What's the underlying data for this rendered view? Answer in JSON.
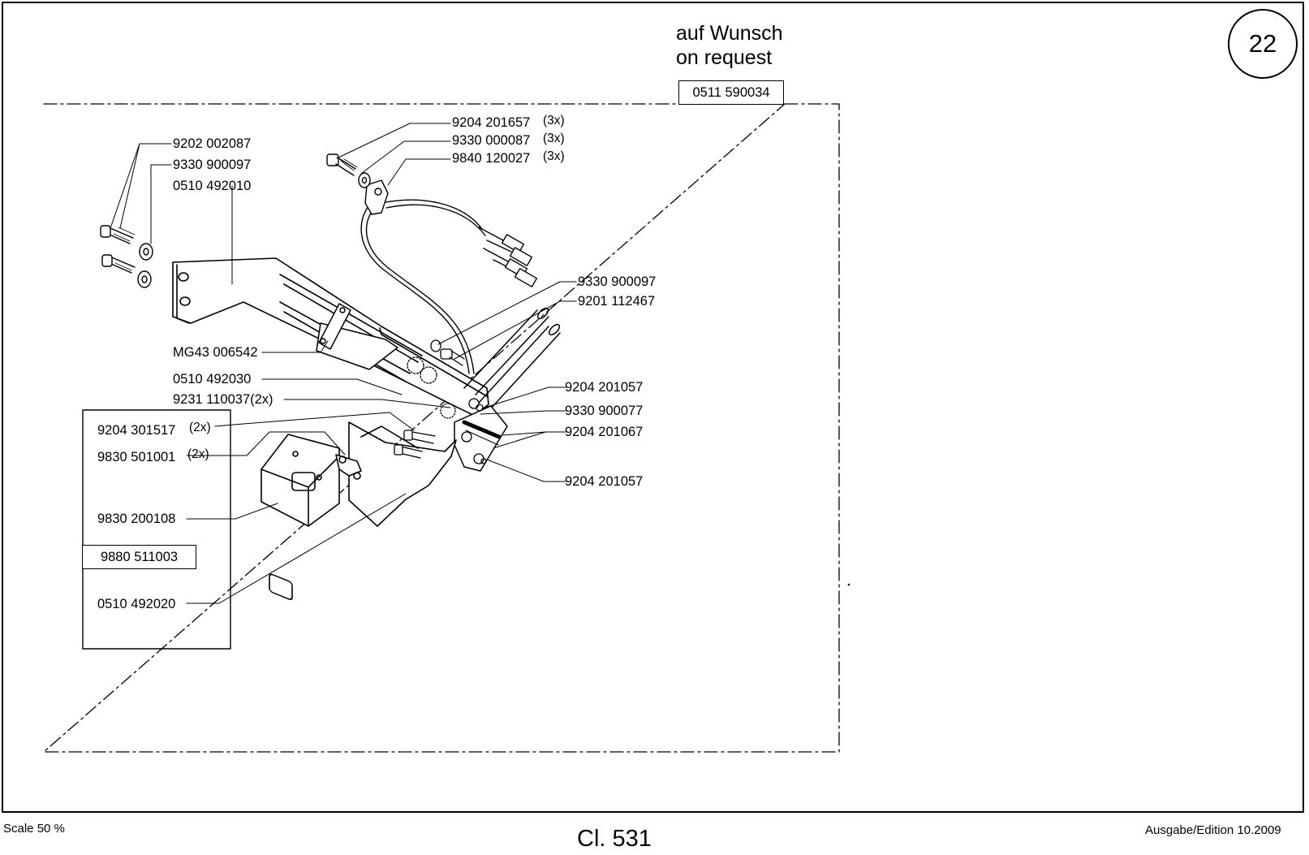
{
  "page": {
    "number": "22"
  },
  "header": {
    "line1": "auf Wunsch",
    "line2": "on request",
    "kit_number": "0511 590034"
  },
  "parts": {
    "p1": "9202 002087",
    "p2": "9330 900097",
    "p3": "0510 492010",
    "p4": "9204 201657",
    "p4_qty": "(3x)",
    "p5": "9330 000087",
    "p5_qty": "(3x)",
    "p6": "9840 120027",
    "p6_qty": "(3x)",
    "p7": "9330 900097",
    "p8": "9201 112467",
    "p9": "MG43 006542",
    "p10": "0510 492030",
    "p11": "9231 110037(2x)",
    "p12": "9204 201057",
    "p13": "9330 900077",
    "p14": "9204 201067",
    "p15": "9204 201057"
  },
  "sub_box": {
    "p1": "9204 301517",
    "p1_qty": "(2x)",
    "p2": "9830 501001",
    "p2_qty": "(2x)",
    "p3": "9830 200108",
    "p4": "9880 511003",
    "p5": "0510 492020"
  },
  "footer": {
    "scale": "Scale 50 %",
    "model": "Cl. 531",
    "edition": "Ausgabe/Edition 10.2009"
  }
}
